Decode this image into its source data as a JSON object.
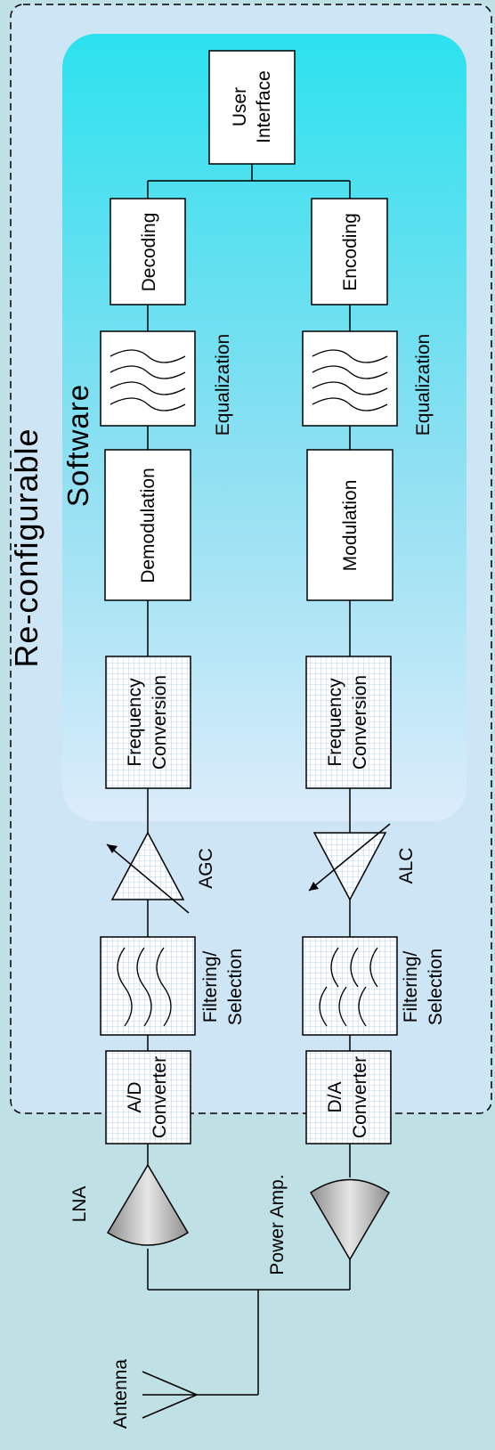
{
  "outer_label": "Re-configurable",
  "software_label": "Software",
  "blocks": {
    "user_interface": [
      "User",
      "Interface"
    ],
    "decoding": "Decoding",
    "encoding": "Encoding",
    "demodulation": "Demodulation",
    "modulation": "Modulation",
    "freq_conv": [
      "Frequency",
      "Conversion"
    ],
    "ad_converter": [
      "A/D",
      "Converter"
    ],
    "da_converter": [
      "D/A",
      "Converter"
    ]
  },
  "labels": {
    "equalization": "Equalization",
    "filtering": [
      "Filtering/",
      "Selection"
    ],
    "agc": "AGC",
    "alc": "ALC",
    "lna": "LNA",
    "power_amp": "Power Amp.",
    "antenna": "Antenna"
  },
  "colors": {
    "background": "#bfe1e5",
    "reconfig_region": "#cde5f4",
    "software_top": "#2ce1ee",
    "software_bottom": "#dcecfa",
    "grid": "#a9c6e8",
    "amp_fill": "#b7b7b7"
  }
}
